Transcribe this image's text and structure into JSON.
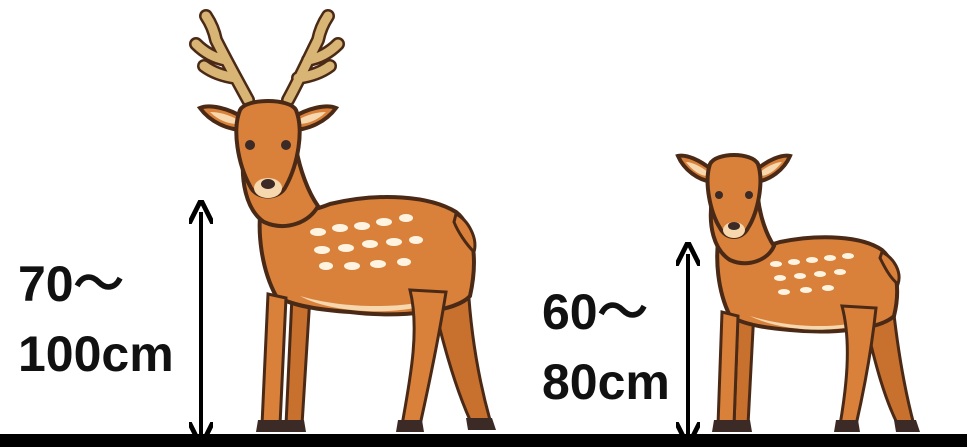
{
  "stag": {
    "height_line1": "70～",
    "height_line2": "100cm"
  },
  "doe": {
    "height_line1": "60～",
    "height_line2": "80cm"
  },
  "colors": {
    "fur": "#D9813A",
    "outline": "#4A2A16",
    "antler": "#D8B575",
    "belly": "#F6D7AE",
    "spots": "#FFF4E2",
    "hoof": "#3B2A26",
    "ground": "#000000",
    "arrow": "#000000"
  }
}
